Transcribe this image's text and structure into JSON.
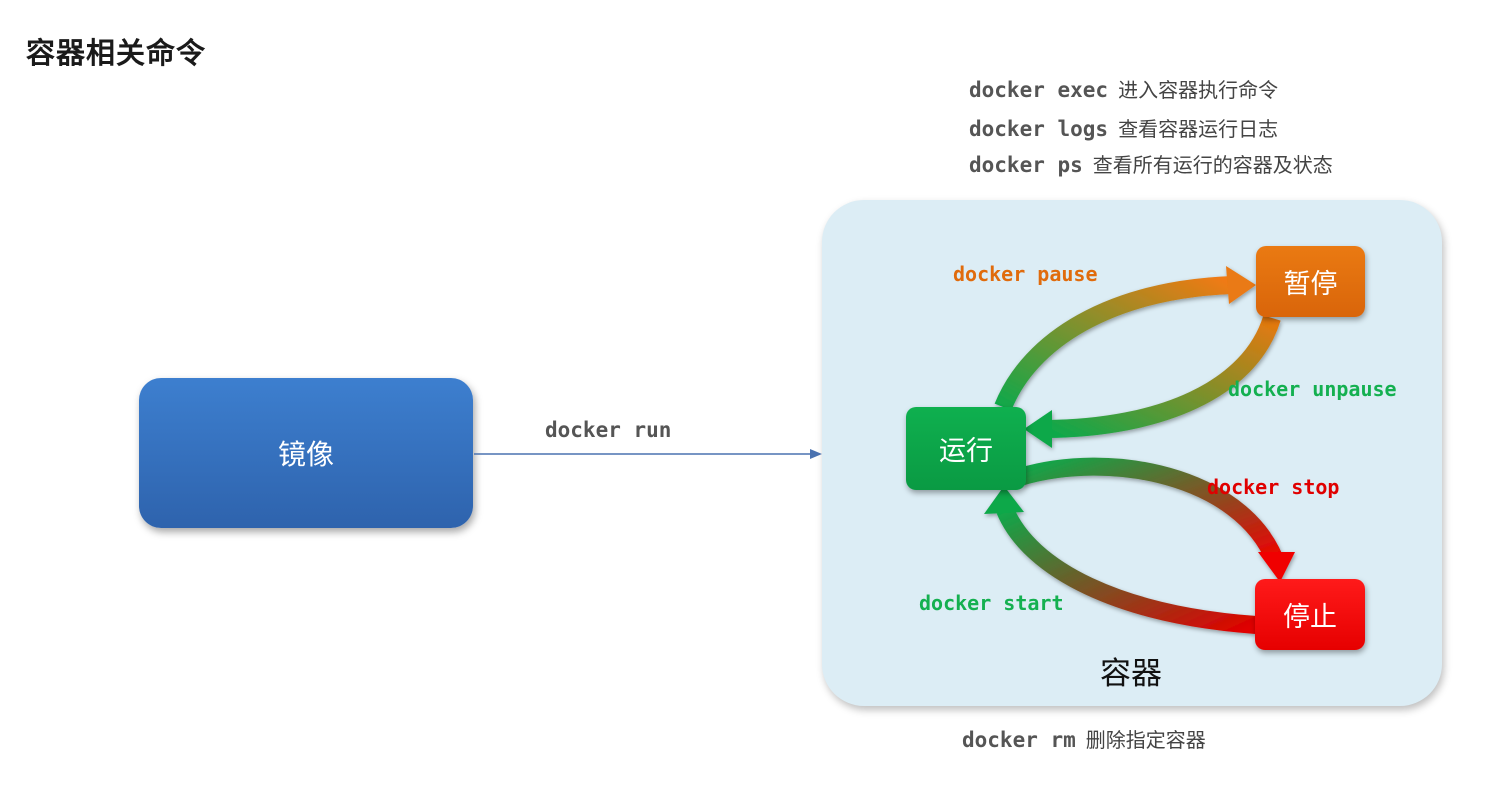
{
  "title": "容器相关命令",
  "info_commands": [
    {
      "cmd": "docker exec",
      "desc": "进入容器执行命令"
    },
    {
      "cmd": "docker logs",
      "desc": "查看容器运行日志"
    },
    {
      "cmd": "docker ps",
      "desc": "查看所有运行的容器及状态"
    }
  ],
  "image_box": {
    "label": "镜像"
  },
  "run_command": "docker run",
  "container": {
    "label": "容器"
  },
  "states": {
    "running": "运行",
    "paused": "暂停",
    "stopped": "停止"
  },
  "transitions": {
    "pause": "docker pause",
    "unpause": "docker unpause",
    "stop": "docker stop",
    "start": "docker start"
  },
  "remove_command": {
    "cmd": "docker rm",
    "desc": "删除指定容器"
  },
  "colors": {
    "image_blue": "#3a77c4",
    "panel_bg": "#dcedf5",
    "running_green": "#0fa84a",
    "paused_orange": "#e8720e",
    "stopped_red": "#ff0000",
    "pause_label": "#e06b0c",
    "green_label": "#14b050",
    "stop_label": "#e00000"
  }
}
